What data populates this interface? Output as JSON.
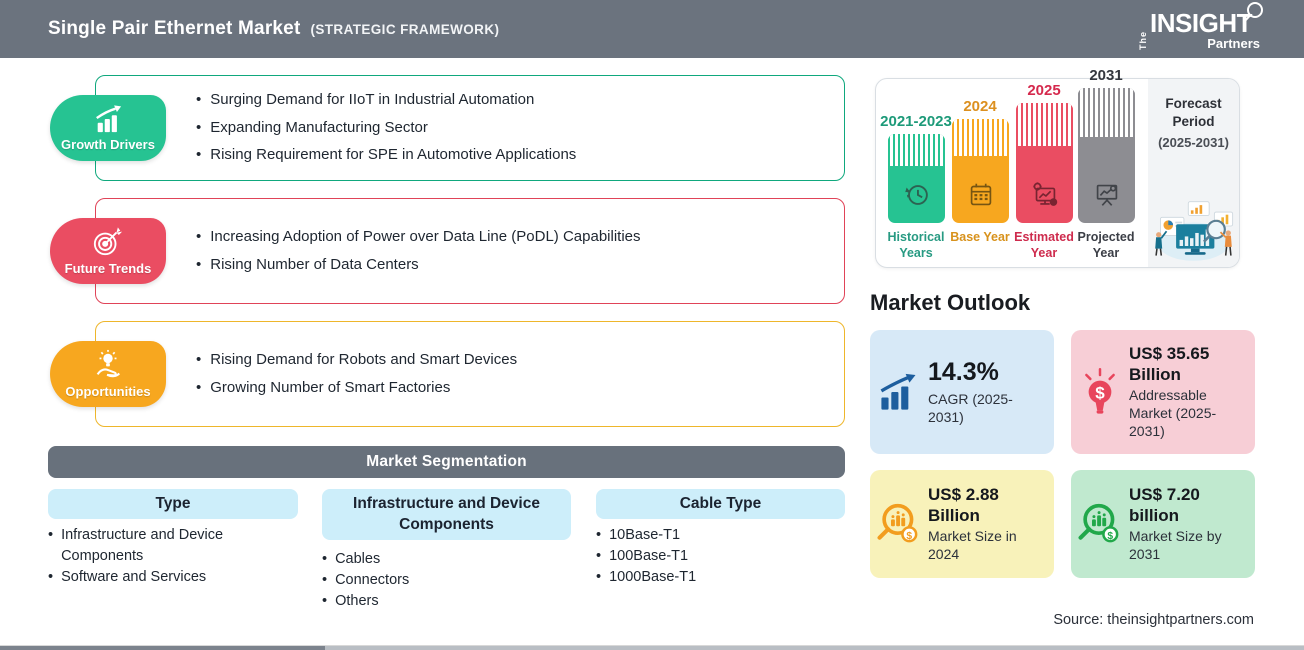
{
  "header": {
    "title": "Single Pair Ethernet Market",
    "subtitle": "(STRATEGIC FRAMEWORK)",
    "logo": {
      "the": "The",
      "insight": "INSIGHT",
      "partners": "Partners"
    }
  },
  "drivers": [
    {
      "label": "Growth Drivers",
      "color": "#26c392",
      "border_color": "#0fa87d",
      "icon": "growth-bars-arrow-icon",
      "bullets": [
        "Surging Demand for IIoT in Industrial Automation",
        "Expanding Manufacturing Sector",
        "Rising Requirement for SPE in Automotive Applications"
      ]
    },
    {
      "label": "Future Trends",
      "color": "#ea4d62",
      "border_color": "#e04358",
      "icon": "target-dart-icon",
      "bullets": [
        "Increasing Adoption of Power over Data Line (PoDL) Capabilities",
        "Rising Number of Data Centers"
      ]
    },
    {
      "label": "Opportunities",
      "color": "#f7a71f",
      "border_color": "#eeb62b",
      "icon": "hand-lightbulb-icon",
      "bullets": [
        "Rising Demand for Robots and Smart Devices",
        "Growing Number of Smart Factories"
      ]
    }
  ],
  "segmentation": {
    "title": "Market Segmentation",
    "columns": [
      {
        "header": "Type",
        "items": [
          "Infrastructure and Device Components",
          "Software and Services"
        ]
      },
      {
        "header": "Infrastructure and Device Components",
        "items": [
          "Cables",
          "Connectors",
          "Others"
        ]
      },
      {
        "header": "Cable Type",
        "items": [
          "10Base-T1",
          "100Base-T1",
          "1000Base-T1"
        ]
      }
    ]
  },
  "timeline": {
    "bars": [
      {
        "year": "2021-2023",
        "label": "Historical Years",
        "color": "#26c392",
        "icon": "history-clock-icon"
      },
      {
        "year": "2024",
        "label": "Base Year",
        "color": "#f7a71f",
        "icon": "calendar-icon"
      },
      {
        "year": "2025",
        "label": "Estimated Year",
        "color": "#ea4d62",
        "icon": "monitor-gear-icon"
      },
      {
        "year": "2031",
        "label": "Projected Year",
        "color": "#8d8d92",
        "icon": "projector-screen-icon"
      }
    ],
    "forecast": {
      "line1": "Forecast",
      "line2": "Period",
      "range": "(2025-2031)"
    }
  },
  "outlook": {
    "title": "Market Outlook",
    "cards": [
      {
        "value": "14.3%",
        "caption": "CAGR (2025-2031)",
        "bg": "#d7e9f7",
        "icon_color": "#1d5e9e",
        "icon": "growth-bars-arrow-icon"
      },
      {
        "value": "US$ 35.65 Billion",
        "caption": "Addressable Market (2025-2031)",
        "bg": "#f7ced6",
        "icon_color": "#e8455c",
        "icon": "bulb-dollar-icon"
      },
      {
        "value": "US$ 2.88 Billion",
        "caption": "Market Size in 2024",
        "bg": "#f8f2ba",
        "icon_color": "#f29d1e",
        "icon": "magnifier-chart-icon"
      },
      {
        "value": "US$ 7.20 billion",
        "caption": "Market Size by 2031",
        "bg": "#c0e9cf",
        "icon_color": "#21a84a",
        "icon": "magnifier-chart-icon"
      }
    ]
  },
  "source": "Source: theinsightpartners.com"
}
